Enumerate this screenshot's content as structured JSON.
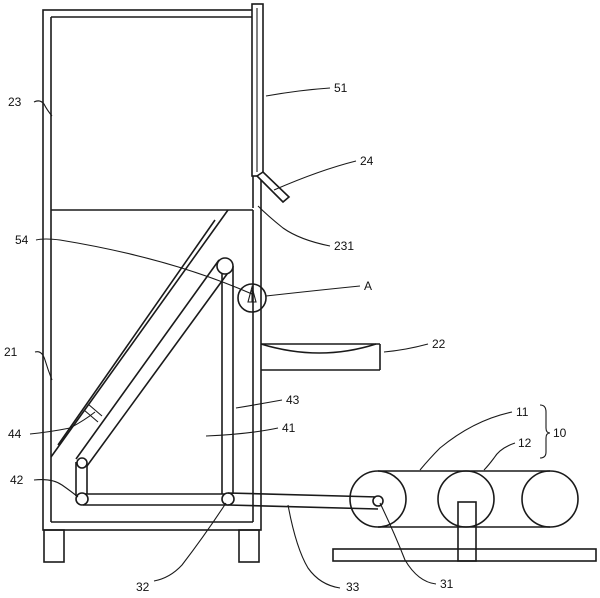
{
  "labels": {
    "l23": "23",
    "l21": "21",
    "l54": "54",
    "l44": "44",
    "l42": "42",
    "l32": "32",
    "l33": "33",
    "l31": "31",
    "l51": "51",
    "l24": "24",
    "l231": "231",
    "lA": "A",
    "l22": "22",
    "l43": "43",
    "l41": "41",
    "l11": "11",
    "l12": "12",
    "l10": "10"
  }
}
